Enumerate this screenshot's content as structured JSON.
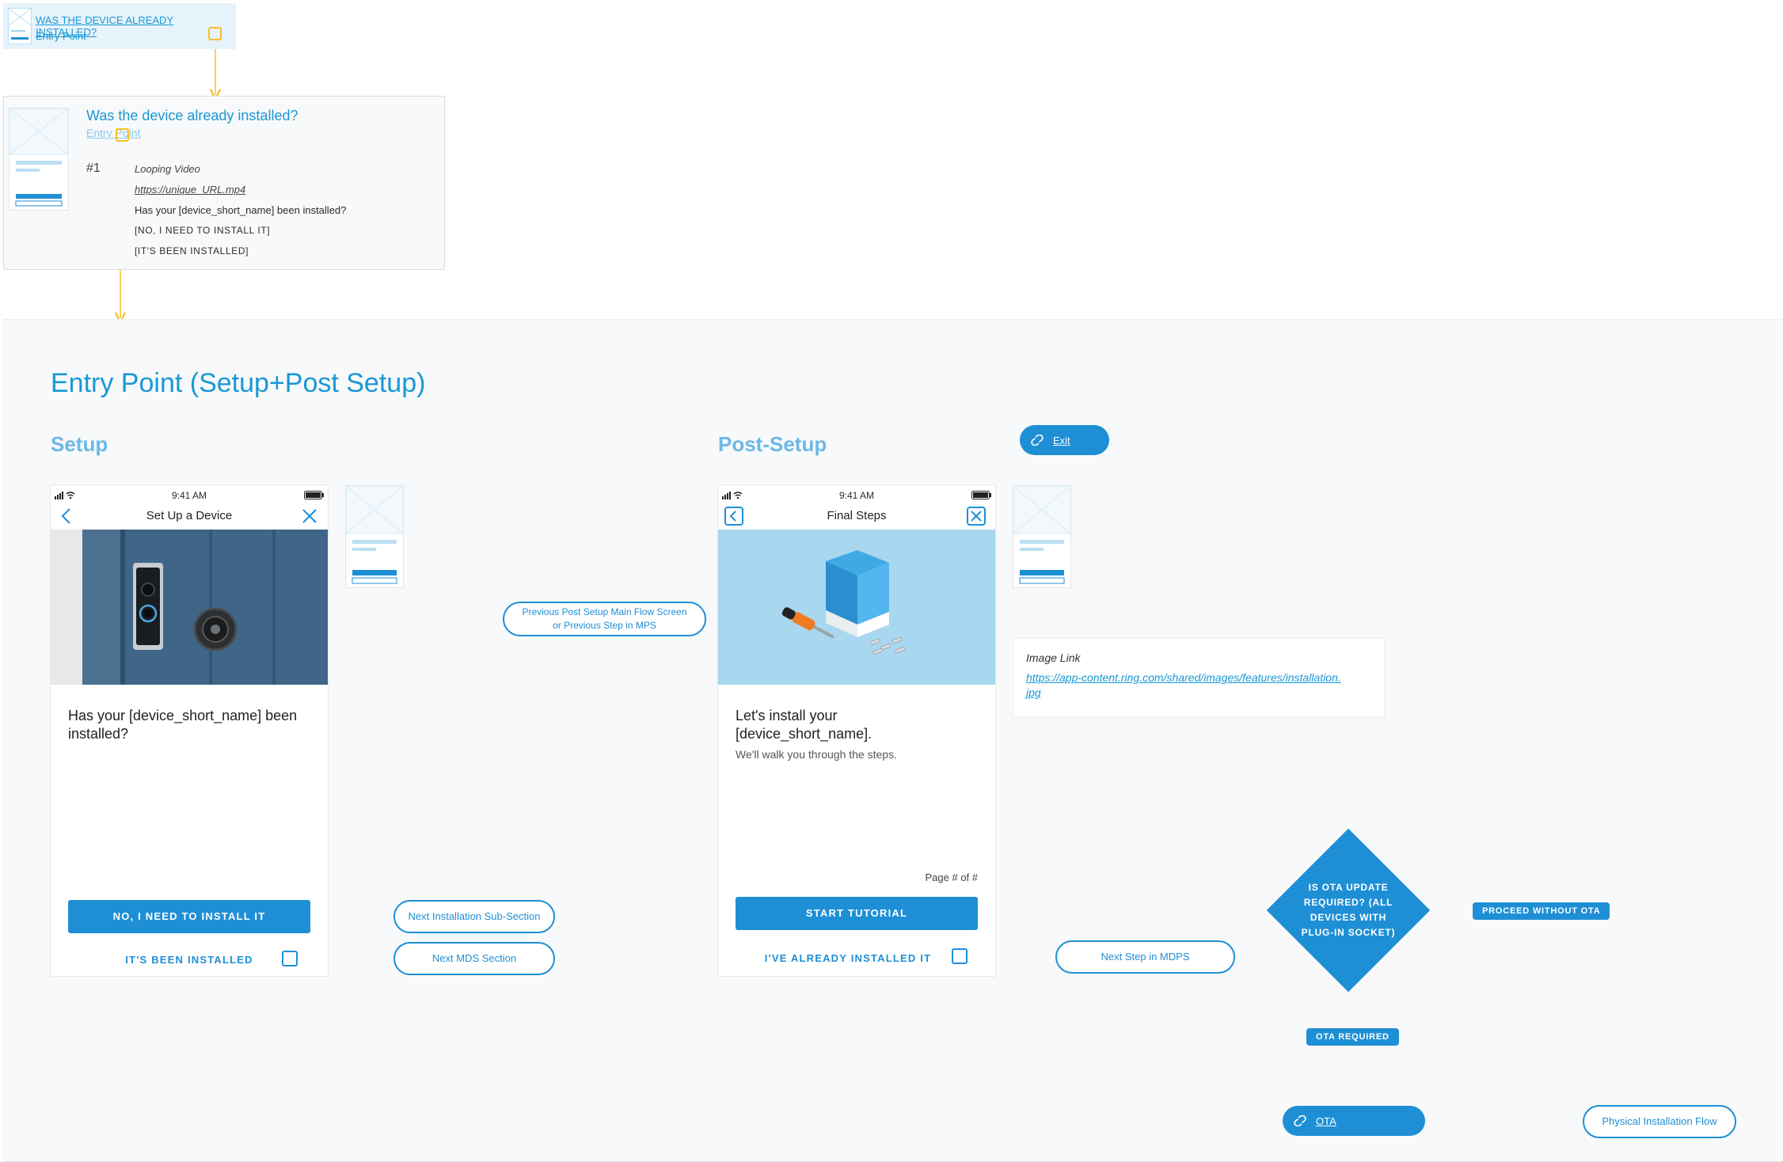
{
  "mini_card": {
    "title": "WAS THE DEVICE ALREADY INSTALLED?",
    "subtitle": "Entry Point"
  },
  "detail_card": {
    "title": "Was the device already installed?",
    "subtitle": "Entry Point",
    "step_number": "#1",
    "media_type": "Looping Video",
    "media_url": "https://unique_URL.mp4",
    "question": "Has your [device_short_name] been installed?",
    "option_1": "[NO, I NEED TO INSTALL IT]",
    "option_2": "[IT'S BEEN INSTALLED]"
  },
  "panel": {
    "title": "Entry Point (Setup+Post Setup)",
    "setup_title": "Setup",
    "post_setup_title": "Post-Setup"
  },
  "setup_phone": {
    "time": "9:41 AM",
    "nav_title": "Set Up a Device",
    "heading": "Has your [device_short_name] been installed?",
    "primary_button": "NO, I NEED TO INSTALL IT",
    "secondary_button": "IT'S BEEN INSTALLED"
  },
  "post_phone": {
    "time": "9:41 AM",
    "nav_title": "Final Steps",
    "heading": "Let's install your [device_short_name].",
    "body": "We'll walk you through the steps.",
    "page_indicator": "Page # of #",
    "primary_button": "START TUTORIAL",
    "secondary_button": "I'VE ALREADY INSTALLED IT"
  },
  "image_link": {
    "label": "Image Link",
    "url": "https://app-content.ring.com/shared/images/features/installation.jpg"
  },
  "flow": {
    "exit": "Exit",
    "previous_screen": "Previous Post Setup Main Flow Screen or Previous Step in MPS",
    "next_installation": "Next Installation Sub-Section",
    "next_mds": "Next MDS Section",
    "next_step_mdps": "Next Step in MDPS",
    "decision": "IS OTA UPDATE REQUIRED? (ALL DEVICES WITH PLUG-IN SOCKET)",
    "proceed_without_ota": "PROCEED WITHOUT OTA",
    "ota_required": "OTA REQUIRED",
    "ota": "OTA",
    "physical_installation": "Physical Installation Flow"
  },
  "colors": {
    "accent": "#1e8fd5",
    "connector_yellow": "#f6c026",
    "panel_bg": "#f8f9fa"
  }
}
